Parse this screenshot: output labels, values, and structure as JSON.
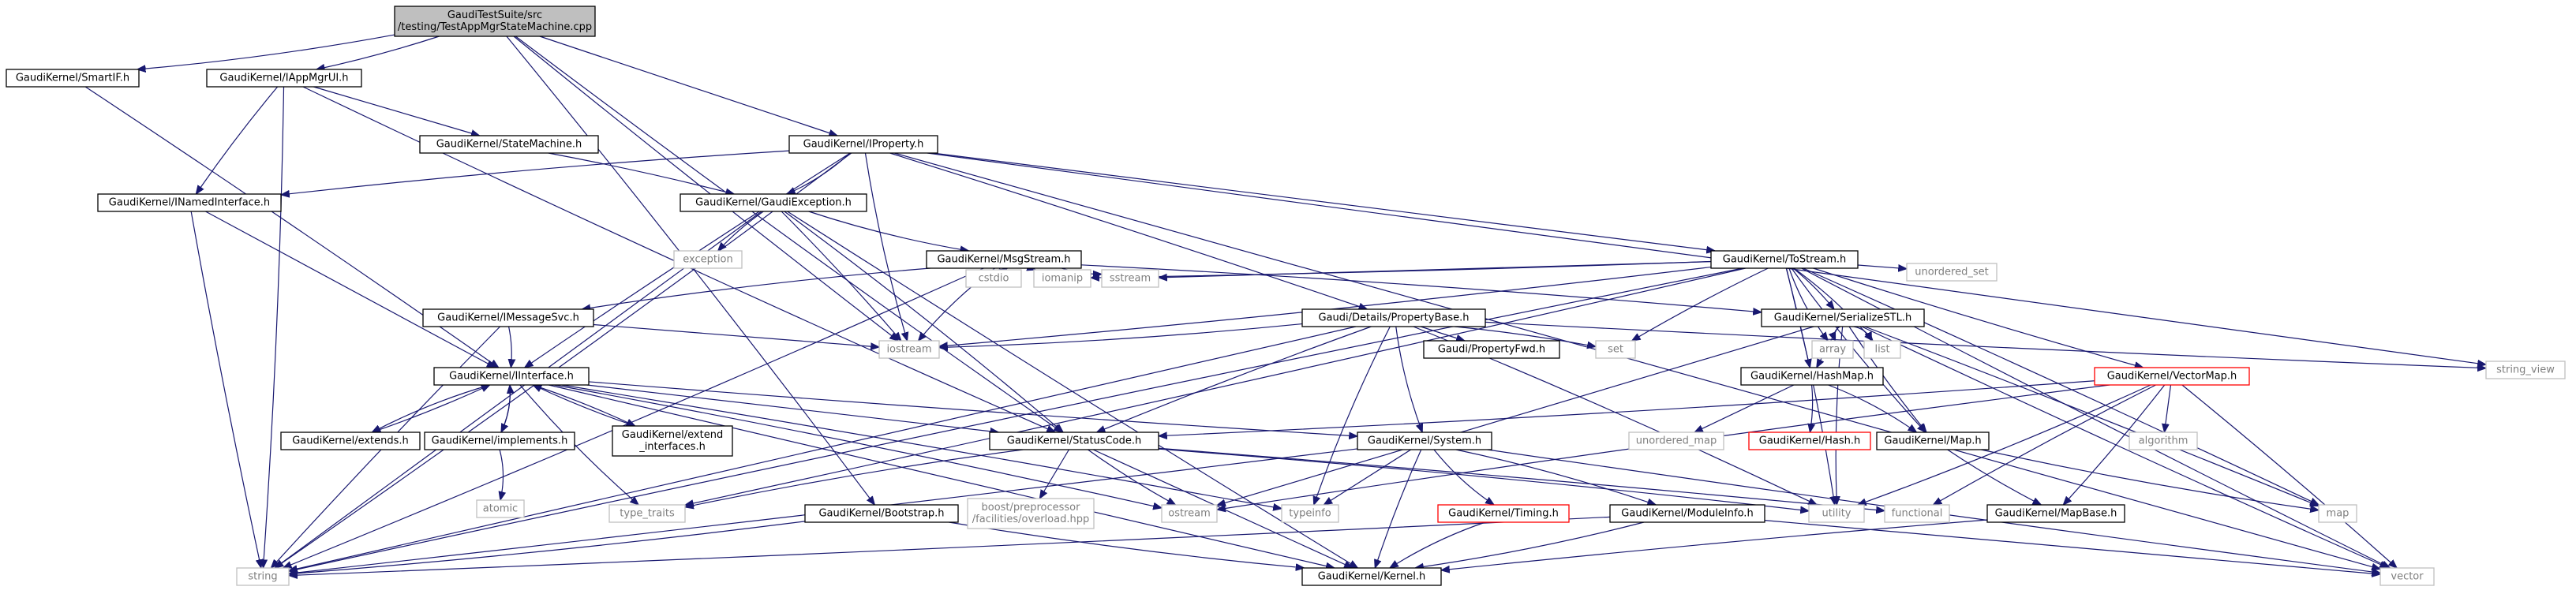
{
  "graph": {
    "title": "GaudiTestSuite/src/testing/TestAppMgrStateMachine.cpp",
    "colors": {
      "root_fill": "#bfbfbf",
      "node_border": "#000000",
      "missing_border": "#ff0000",
      "system_border": "#bfbfbf",
      "system_text": "#7f7f7f",
      "edge": "#191970"
    },
    "nodes": [
      {
        "id": "root",
        "lines": [
          "GaudiTestSuite/src",
          "/testing/TestAppMgrStateMachine.cpp"
        ],
        "kind": "root"
      },
      {
        "id": "smartif",
        "lines": [
          "GaudiKernel/SmartIF.h"
        ],
        "kind": "doc"
      },
      {
        "id": "iappmgrui",
        "lines": [
          "GaudiKernel/IAppMgrUI.h"
        ],
        "kind": "doc"
      },
      {
        "id": "iproperty",
        "lines": [
          "GaudiKernel/IProperty.h"
        ],
        "kind": "doc"
      },
      {
        "id": "statemachine",
        "lines": [
          "GaudiKernel/StateMachine.h"
        ],
        "kind": "doc"
      },
      {
        "id": "inamedinterface",
        "lines": [
          "GaudiKernel/INamedInterface.h"
        ],
        "kind": "doc"
      },
      {
        "id": "gaudiexception",
        "lines": [
          "GaudiKernel/GaudiException.h"
        ],
        "kind": "doc"
      },
      {
        "id": "exception",
        "lines": [
          "exception"
        ],
        "kind": "system"
      },
      {
        "id": "msgstream",
        "lines": [
          "GaudiKernel/MsgStream.h"
        ],
        "kind": "doc"
      },
      {
        "id": "tostream",
        "lines": [
          "GaudiKernel/ToStream.h"
        ],
        "kind": "doc"
      },
      {
        "id": "cstdio",
        "lines": [
          "cstdio"
        ],
        "kind": "system"
      },
      {
        "id": "iomanip",
        "lines": [
          "iomanip"
        ],
        "kind": "system"
      },
      {
        "id": "sstream",
        "lines": [
          "sstream"
        ],
        "kind": "system"
      },
      {
        "id": "unordered_set",
        "lines": [
          "unordered_set"
        ],
        "kind": "system"
      },
      {
        "id": "imessagesvc",
        "lines": [
          "GaudiKernel/IMessageSvc.h"
        ],
        "kind": "doc"
      },
      {
        "id": "propertybase",
        "lines": [
          "Gaudi/Details/PropertyBase.h"
        ],
        "kind": "doc"
      },
      {
        "id": "serializestl",
        "lines": [
          "GaudiKernel/SerializeSTL.h"
        ],
        "kind": "doc"
      },
      {
        "id": "iostream",
        "lines": [
          "iostream"
        ],
        "kind": "system"
      },
      {
        "id": "propertyfwd",
        "lines": [
          "Gaudi/PropertyFwd.h"
        ],
        "kind": "doc"
      },
      {
        "id": "set",
        "lines": [
          "set"
        ],
        "kind": "system"
      },
      {
        "id": "array",
        "lines": [
          "array"
        ],
        "kind": "system"
      },
      {
        "id": "list",
        "lines": [
          "list"
        ],
        "kind": "system"
      },
      {
        "id": "string_view",
        "lines": [
          "string_view"
        ],
        "kind": "system"
      },
      {
        "id": "iinterface",
        "lines": [
          "GaudiKernel/IInterface.h"
        ],
        "kind": "doc"
      },
      {
        "id": "hashmap",
        "lines": [
          "GaudiKernel/HashMap.h"
        ],
        "kind": "doc"
      },
      {
        "id": "vectormap",
        "lines": [
          "GaudiKernel/VectorMap.h"
        ],
        "kind": "missing"
      },
      {
        "id": "extends",
        "lines": [
          "GaudiKernel/extends.h"
        ],
        "kind": "doc"
      },
      {
        "id": "implements",
        "lines": [
          "GaudiKernel/implements.h"
        ],
        "kind": "doc"
      },
      {
        "id": "extend_interfaces",
        "lines": [
          "GaudiKernel/extend",
          "_interfaces.h"
        ],
        "kind": "doc"
      },
      {
        "id": "statuscode",
        "lines": [
          "GaudiKernel/StatusCode.h"
        ],
        "kind": "doc"
      },
      {
        "id": "system",
        "lines": [
          "GaudiKernel/System.h"
        ],
        "kind": "doc"
      },
      {
        "id": "unordered_map",
        "lines": [
          "unordered_map"
        ],
        "kind": "system"
      },
      {
        "id": "hash",
        "lines": [
          "GaudiKernel/Hash.h"
        ],
        "kind": "missing"
      },
      {
        "id": "map_h",
        "lines": [
          "GaudiKernel/Map.h"
        ],
        "kind": "doc"
      },
      {
        "id": "algorithm",
        "lines": [
          "algorithm"
        ],
        "kind": "system"
      },
      {
        "id": "atomic",
        "lines": [
          "atomic"
        ],
        "kind": "system"
      },
      {
        "id": "type_traits",
        "lines": [
          "type_traits"
        ],
        "kind": "system"
      },
      {
        "id": "boost_overload",
        "lines": [
          "boost/preprocessor",
          "/facilities/overload.hpp"
        ],
        "kind": "system"
      },
      {
        "id": "ostream",
        "lines": [
          "ostream"
        ],
        "kind": "system"
      },
      {
        "id": "typeinfo",
        "lines": [
          "typeinfo"
        ],
        "kind": "system"
      },
      {
        "id": "bootstrap",
        "lines": [
          "GaudiKernel/Bootstrap.h"
        ],
        "kind": "doc"
      },
      {
        "id": "timing",
        "lines": [
          "GaudiKernel/Timing.h"
        ],
        "kind": "missing"
      },
      {
        "id": "moduleinfo",
        "lines": [
          "GaudiKernel/ModuleInfo.h"
        ],
        "kind": "doc"
      },
      {
        "id": "utility",
        "lines": [
          "utility"
        ],
        "kind": "system"
      },
      {
        "id": "functional",
        "lines": [
          "functional"
        ],
        "kind": "system"
      },
      {
        "id": "mapbase",
        "lines": [
          "GaudiKernel/MapBase.h"
        ],
        "kind": "doc"
      },
      {
        "id": "map",
        "lines": [
          "map"
        ],
        "kind": "system"
      },
      {
        "id": "string",
        "lines": [
          "string"
        ],
        "kind": "system"
      },
      {
        "id": "kernel",
        "lines": [
          "GaudiKernel/Kernel.h"
        ],
        "kind": "doc"
      },
      {
        "id": "vector",
        "lines": [
          "vector"
        ],
        "kind": "system"
      }
    ],
    "edges": [
      [
        "root",
        "smartif"
      ],
      [
        "root",
        "iappmgrui"
      ],
      [
        "root",
        "iproperty"
      ],
      [
        "root",
        "iostream"
      ],
      [
        "root",
        "statuscode"
      ],
      [
        "root",
        "bootstrap"
      ],
      [
        "smartif",
        "iinterface"
      ],
      [
        "iappmgrui",
        "statemachine"
      ],
      [
        "iappmgrui",
        "inamedinterface"
      ],
      [
        "iappmgrui",
        "statuscode"
      ],
      [
        "iappmgrui",
        "string"
      ],
      [
        "statemachine",
        "gaudiexception"
      ],
      [
        "inamedinterface",
        "iinterface"
      ],
      [
        "inamedinterface",
        "string"
      ],
      [
        "iproperty",
        "inamedinterface"
      ],
      [
        "iproperty",
        "gaudiexception"
      ],
      [
        "iproperty",
        "propertybase"
      ],
      [
        "iproperty",
        "tostream"
      ],
      [
        "iproperty",
        "iinterface"
      ],
      [
        "iproperty",
        "iostream"
      ],
      [
        "iproperty",
        "string"
      ],
      [
        "iproperty",
        "string_view"
      ],
      [
        "iproperty",
        "vector"
      ],
      [
        "gaudiexception",
        "exception"
      ],
      [
        "gaudiexception",
        "msgstream"
      ],
      [
        "gaudiexception",
        "statuscode"
      ],
      [
        "gaudiexception",
        "iostream"
      ],
      [
        "gaudiexception",
        "string"
      ],
      [
        "gaudiexception",
        "kernel"
      ],
      [
        "msgstream",
        "imessagesvc"
      ],
      [
        "msgstream",
        "serializestl"
      ],
      [
        "msgstream",
        "cstdio"
      ],
      [
        "msgstream",
        "iomanip"
      ],
      [
        "msgstream",
        "sstream"
      ],
      [
        "msgstream",
        "iostream"
      ],
      [
        "msgstream",
        "string"
      ],
      [
        "imessagesvc",
        "iinterface"
      ],
      [
        "imessagesvc",
        "iostream"
      ],
      [
        "imessagesvc",
        "string"
      ],
      [
        "iinterface",
        "extends"
      ],
      [
        "iinterface",
        "implements"
      ],
      [
        "iinterface",
        "extend_interfaces"
      ],
      [
        "iinterface",
        "statuscode"
      ],
      [
        "iinterface",
        "system"
      ],
      [
        "iinterface",
        "type_traits"
      ],
      [
        "iinterface",
        "ostream"
      ],
      [
        "iinterface",
        "typeinfo"
      ],
      [
        "iinterface",
        "kernel"
      ],
      [
        "extends",
        "iinterface"
      ],
      [
        "implements",
        "iinterface"
      ],
      [
        "implements",
        "atomic"
      ],
      [
        "extend_interfaces",
        "iinterface"
      ],
      [
        "propertybase",
        "propertyfwd"
      ],
      [
        "propertybase",
        "statuscode"
      ],
      [
        "propertybase",
        "system"
      ],
      [
        "propertybase",
        "iostream"
      ],
      [
        "propertybase",
        "set"
      ],
      [
        "propertybase",
        "string"
      ],
      [
        "propertybase",
        "string_view"
      ],
      [
        "propertybase",
        "typeinfo"
      ],
      [
        "propertybase",
        "utility"
      ],
      [
        "tostream",
        "serializestl"
      ],
      [
        "tostream",
        "hashmap"
      ],
      [
        "tostream",
        "vectormap"
      ],
      [
        "tostream",
        "map_h"
      ],
      [
        "tostream",
        "iostream"
      ],
      [
        "tostream",
        "iomanip"
      ],
      [
        "tostream",
        "sstream"
      ],
      [
        "tostream",
        "set"
      ],
      [
        "tostream",
        "array"
      ],
      [
        "tostream",
        "list"
      ],
      [
        "tostream",
        "map"
      ],
      [
        "tostream",
        "unordered_set"
      ],
      [
        "tostream",
        "vector"
      ],
      [
        "tostream",
        "string"
      ],
      [
        "tostream",
        "utility"
      ],
      [
        "tostream",
        "type_traits"
      ],
      [
        "serializestl",
        "hashmap"
      ],
      [
        "serializestl",
        "map_h"
      ],
      [
        "serializestl",
        "array"
      ],
      [
        "serializestl",
        "list"
      ],
      [
        "serializestl",
        "map"
      ],
      [
        "serializestl",
        "ostream"
      ],
      [
        "serializestl",
        "vector"
      ],
      [
        "serializestl",
        "utility"
      ],
      [
        "hashmap",
        "map_h"
      ],
      [
        "hashmap",
        "hash"
      ],
      [
        "hashmap",
        "unordered_map"
      ],
      [
        "map_h",
        "mapbase"
      ],
      [
        "map_h",
        "map"
      ],
      [
        "vectormap",
        "statuscode"
      ],
      [
        "vectormap",
        "mapbase"
      ],
      [
        "vectormap",
        "algorithm"
      ],
      [
        "vectormap",
        "functional"
      ],
      [
        "vectormap",
        "ostream"
      ],
      [
        "vectormap",
        "utility"
      ],
      [
        "vectormap",
        "vector"
      ],
      [
        "statuscode",
        "boost_overload"
      ],
      [
        "statuscode",
        "ostream"
      ],
      [
        "statuscode",
        "type_traits"
      ],
      [
        "statuscode",
        "utility"
      ],
      [
        "statuscode",
        "functional"
      ],
      [
        "statuscode",
        "kernel"
      ],
      [
        "system",
        "kernel"
      ],
      [
        "system",
        "timing"
      ],
      [
        "system",
        "moduleinfo"
      ],
      [
        "system",
        "string"
      ],
      [
        "system",
        "typeinfo"
      ],
      [
        "system",
        "vector"
      ],
      [
        "timing",
        "kernel"
      ],
      [
        "moduleinfo",
        "kernel"
      ],
      [
        "moduleinfo",
        "string"
      ],
      [
        "moduleinfo",
        "vector"
      ],
      [
        "mapbase",
        "kernel"
      ],
      [
        "bootstrap",
        "kernel"
      ],
      [
        "bootstrap",
        "string"
      ]
    ]
  }
}
